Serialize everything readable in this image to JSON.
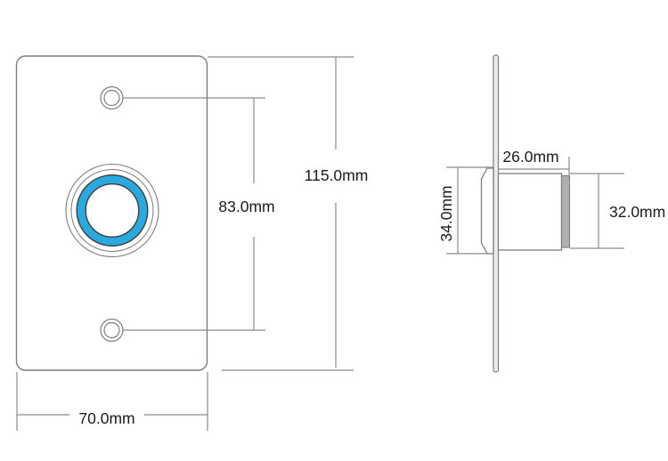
{
  "drawing": {
    "front_view": {
      "width_label": "70.0mm",
      "height_label": "115.0mm",
      "hole_spacing_label": "83.0mm"
    },
    "side_view": {
      "depth_label": "26.0mm",
      "body_height_label": "32.0mm",
      "bezel_height_label": "34.0mm"
    },
    "colors": {
      "outline": "#7d7d7d",
      "dimension_line": "#8a8a8a",
      "text": "#1a1a1a",
      "button_ring_blue": "#2AA9E0",
      "button_ring_edge": "#3a3a3a"
    }
  }
}
